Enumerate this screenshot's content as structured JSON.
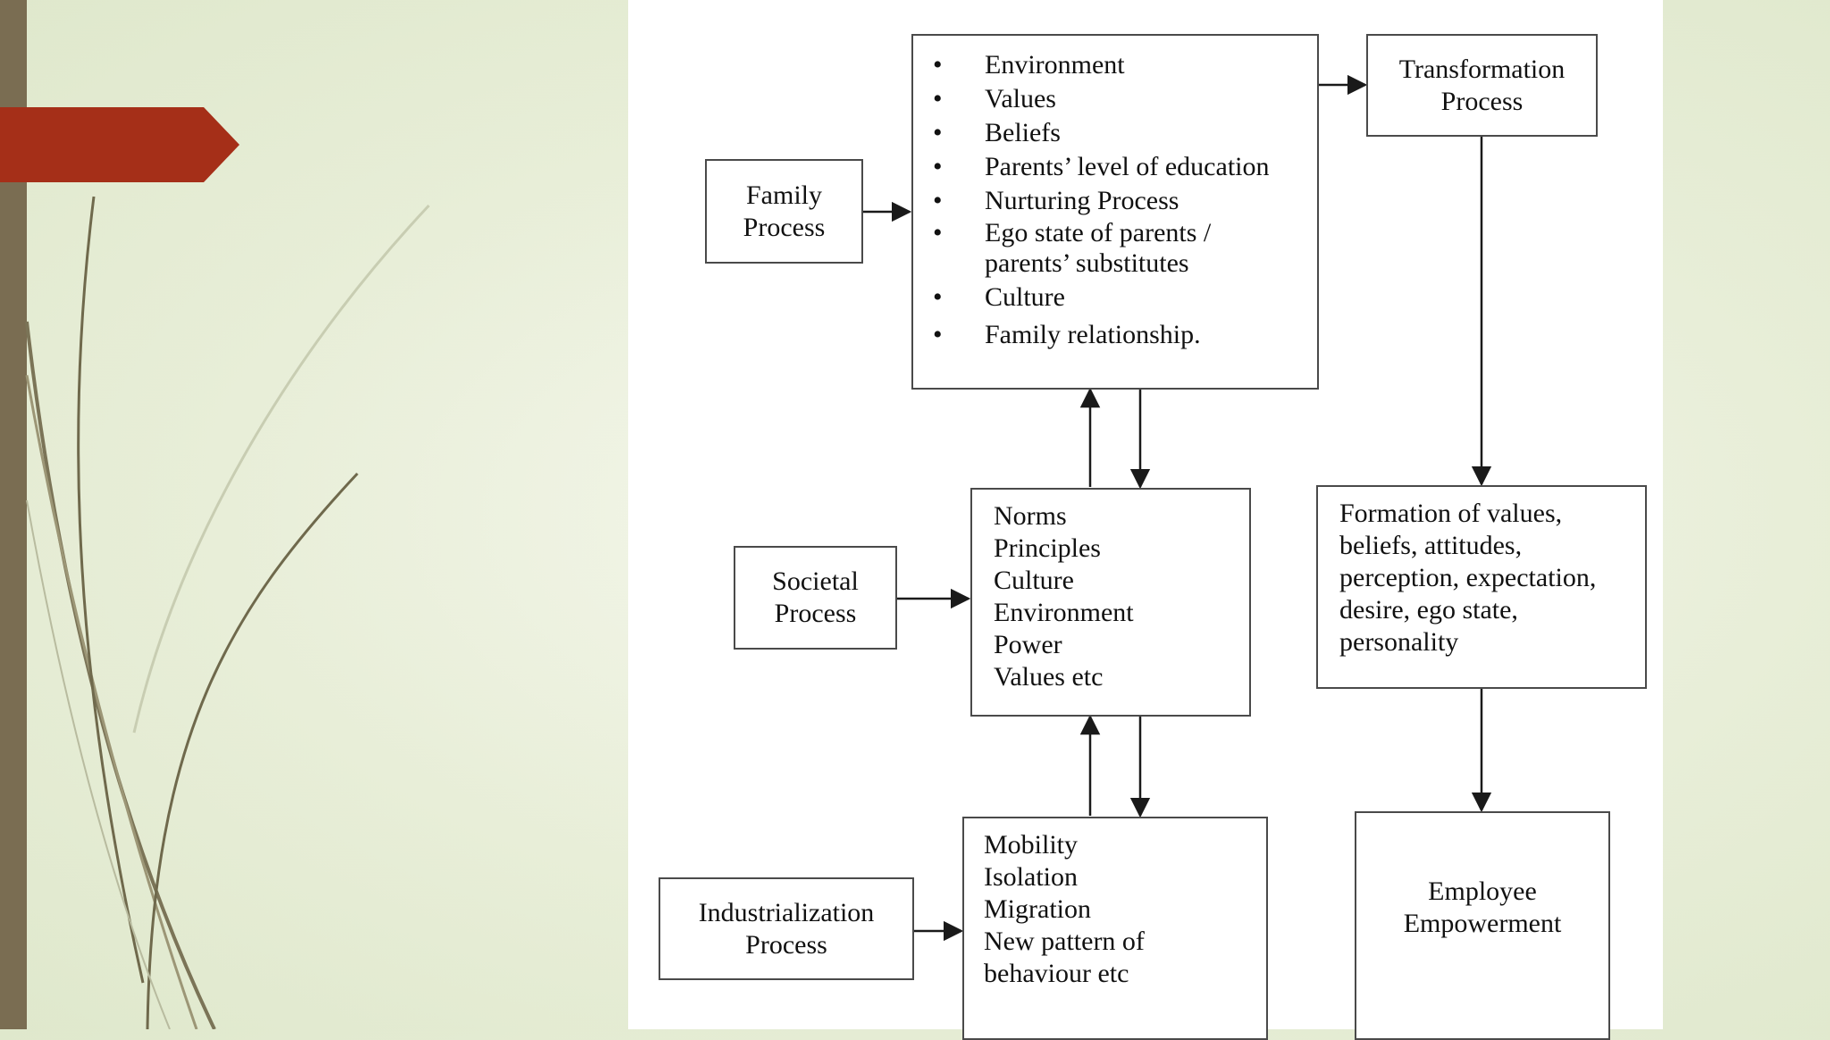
{
  "theme": {
    "accent_red": "#a52f18",
    "bar_color": "#7a6d52",
    "line_color": "#4a4a4a"
  },
  "diagram": {
    "family_process": {
      "lines": [
        "Family",
        "Process"
      ]
    },
    "family_factors": {
      "items": [
        "Environment",
        "Values",
        "Beliefs",
        "Parents’ level of education",
        "Nurturing Process",
        "Ego state of parents / parents’ substitutes",
        "Culture",
        "Family relationship."
      ]
    },
    "transformation_process": {
      "lines": [
        "Transformation",
        "Process"
      ]
    },
    "societal_process": {
      "lines": [
        "Societal",
        "Process"
      ]
    },
    "societal_factors": {
      "lines": [
        "Norms",
        "Principles",
        "Culture",
        "Environment",
        "Power",
        "Values etc"
      ]
    },
    "formation": {
      "lines": [
        "Formation of values,",
        "beliefs, attitudes,",
        "perception, expectation,",
        "desire, ego state,",
        "personality"
      ]
    },
    "industrialization_process": {
      "lines": [
        "Industrialization",
        "Process"
      ]
    },
    "industrial_factors": {
      "lines": [
        "Mobility",
        "Isolation",
        "Migration",
        "New pattern of",
        "behaviour etc"
      ]
    },
    "employee_empowerment": {
      "lines": [
        "Employee",
        "Empowerment"
      ]
    }
  }
}
